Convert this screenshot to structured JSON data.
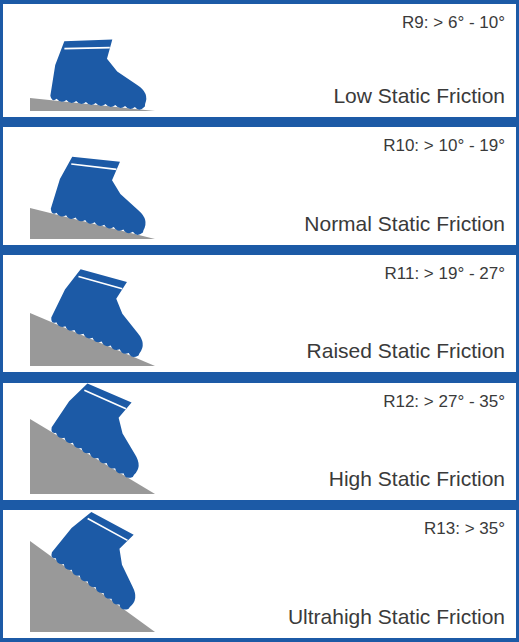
{
  "diagram": {
    "nodes": [
      {
        "text": [
          "R9: > 6° - 10°",
          "Low Static Friction"
        ]
      },
      {
        "text": [
          "R10: > 10° - 19°",
          "Normal Static Friction"
        ]
      },
      {
        "text": [
          "R11: > 19° - 27°",
          "Raised Static Friction"
        ]
      },
      {
        "text": [
          "R12: > 27° - 35°",
          "High Static Friction"
        ]
      },
      {
        "text": [
          "R13: > 35°",
          "Ultrahigh Static Friction"
        ]
      }
    ]
  }
}
